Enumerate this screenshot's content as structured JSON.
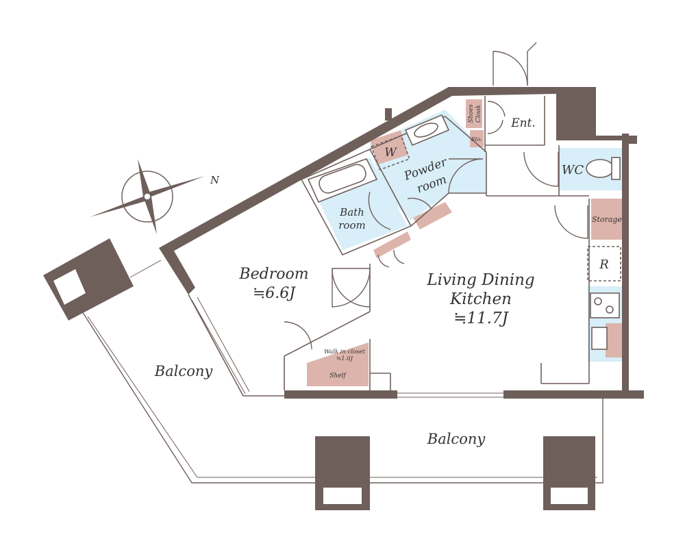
{
  "colors": {
    "wall": "#6e5f5b",
    "wet_area": "#d8eef8",
    "storage_fill": "#dcb4ac",
    "line": "#6e5f5b"
  },
  "compass": {
    "north_label": "N"
  },
  "rooms": {
    "bedroom": {
      "name": "Bedroom",
      "size": "≒6.6J"
    },
    "ldk": {
      "line1": "Living Dining",
      "line2": "Kitchen",
      "size": "≒11.7J"
    },
    "bath": {
      "line1": "Bath",
      "line2": "room"
    },
    "powder": {
      "line1": "Powder",
      "line2": "room"
    },
    "washer": "W",
    "wc": "WC",
    "entrance": "Ent.",
    "shoes_cloak": {
      "line1": "Shoes",
      "line2": "Cloak"
    },
    "sto": "Sto.",
    "storage": "Storage",
    "refrigerator": "R",
    "walk_in_closet": {
      "line1": "Walk in closet",
      "line2": "≒1.0J"
    },
    "shelf": "Shelf",
    "balcony_left": "Balcony",
    "balcony_bottom": "Balcony"
  }
}
